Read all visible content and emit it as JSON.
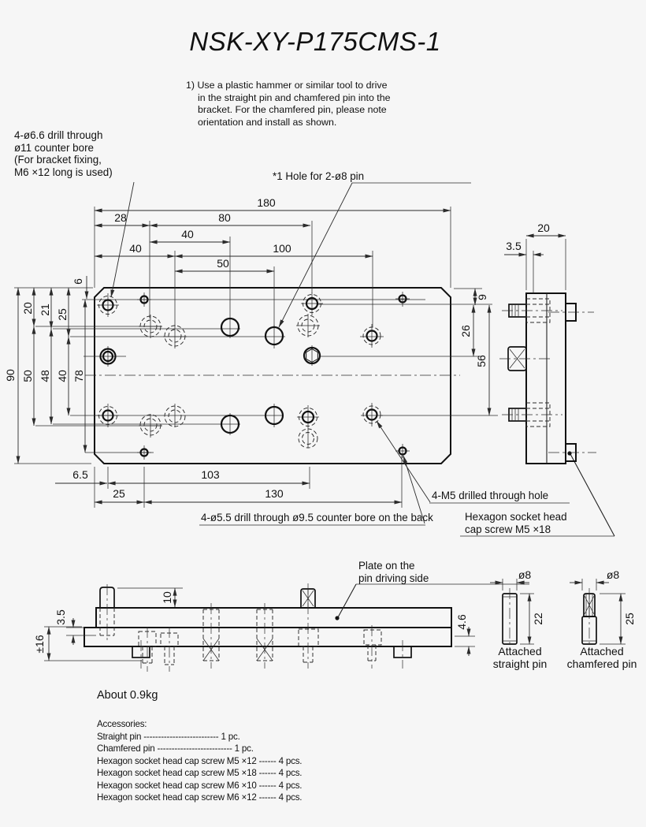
{
  "title": "NSK-XY-P175CMS-1",
  "note": {
    "line1": "1) Use a plastic hammer or similar tool to drive",
    "line2": "in the straight pin and chamfered pin into the",
    "line3": "bracket. For the chamfered pin, please note",
    "line4": "orientation and install as shown."
  },
  "labels": {
    "drill66_1": "4-ø6.6 drill through",
    "drill66_2": "ø11 counter bore",
    "drill66_3": "(For bracket fixing,",
    "drill66_4": "M6 ×12 long is used)",
    "pin_hole": "*1 Hole for 2-ø8 pin",
    "m5_hole": "4-M5 drilled through hole",
    "hex_screw_1": "Hexagon socket head",
    "hex_screw_2": "cap screw M5 ×18",
    "counter_bore_back": "4-ø5.5 drill through ø9.5 counter bore on the back",
    "plate_1": "Plate on the",
    "plate_2": "pin driving side"
  },
  "dims": {
    "total_w": "180",
    "w28": "28",
    "w80": "80",
    "w40a": "40",
    "w40b": "40",
    "w100": "100",
    "w50": "50",
    "h90": "90",
    "h20": "20",
    "h21": "21",
    "h25": "25",
    "h50": "50",
    "h48": "48",
    "h40": "40",
    "h78": "78",
    "h6": "6",
    "h9": "9",
    "b65": "6.5",
    "b103": "103",
    "b25": "25",
    "b130": "130",
    "s20": "20",
    "s35": "3.5",
    "s26": "26",
    "s56": "56",
    "f35": "3.5",
    "f16": "±16",
    "f10": "10",
    "f46": "4.6"
  },
  "pins": {
    "straight": {
      "dia": "ø8",
      "length": "22",
      "label_1": "Attached",
      "label_2": "straight pin"
    },
    "chamfered": {
      "dia": "ø8",
      "length": "25",
      "label_1": "Attached",
      "label_2": "chamfered pin"
    }
  },
  "footer": {
    "weight": "About 0.9kg",
    "accessories_heading": "Accessories:",
    "items": [
      "Straight pin -------------------------- 1 pc.",
      "Chamfered pin -------------------------- 1 pc.",
      "Hexagon socket head cap screw M5 ×12 ------ 4 pcs.",
      "Hexagon socket head cap screw M5 ×18 ------ 4 pcs.",
      "Hexagon socket head cap screw M6 ×10 ------ 4 pcs.",
      "Hexagon socket head cap screw M6 ×12 ------ 4 pcs."
    ]
  }
}
